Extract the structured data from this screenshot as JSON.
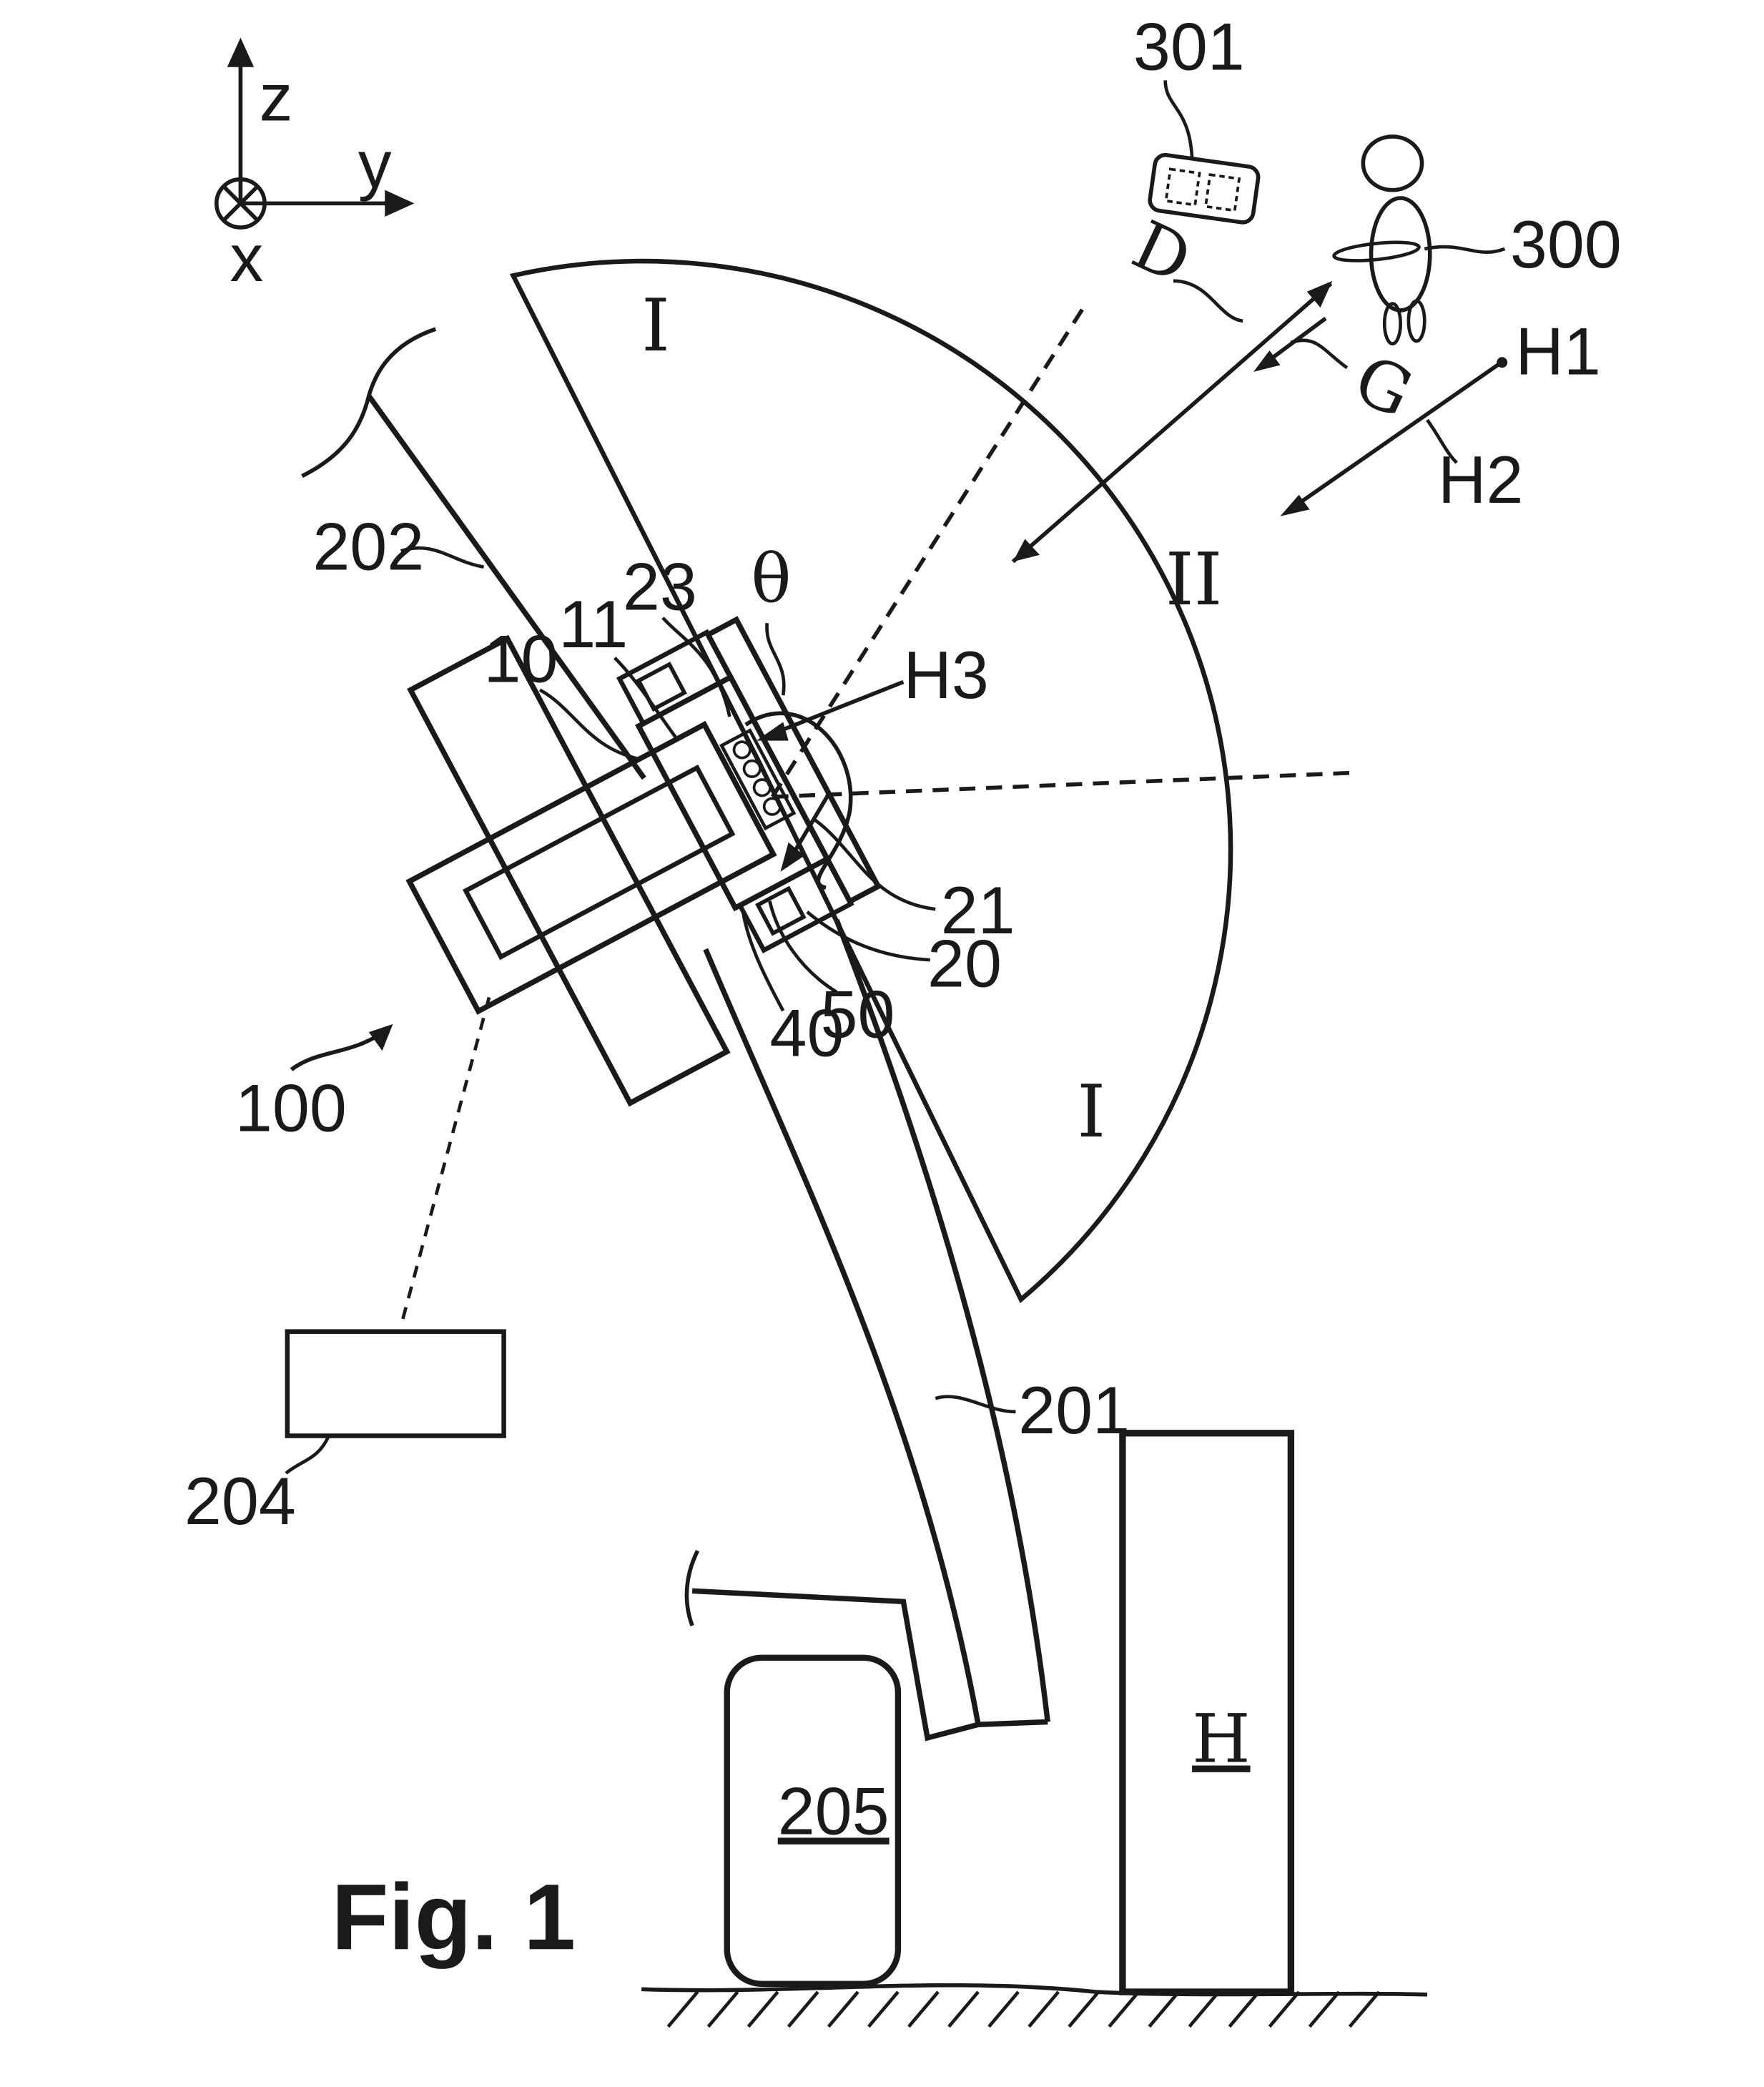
{
  "figure": {
    "caption": "Fig. 1",
    "axes": {
      "z": "z",
      "y": "y",
      "x": "x"
    },
    "regions": {
      "zone_upper": "I",
      "zone_middle": "II",
      "zone_lower": "I"
    },
    "angle_symbol": "θ",
    "labels": {
      "ref_301": "301",
      "ref_300": "300",
      "ref_D": "D",
      "ref_G": "G",
      "ref_H1": "H1",
      "ref_H2": "H2",
      "ref_H3": "H3",
      "ref_202": "202",
      "ref_23": "23",
      "ref_11": "11",
      "ref_10": "10",
      "ref_21": "21",
      "ref_20": "20",
      "ref_50": "50",
      "ref_40": "40",
      "ref_100": "100",
      "ref_201": "201",
      "ref_204": "204",
      "ref_205": "205",
      "ref_H": "H"
    }
  }
}
